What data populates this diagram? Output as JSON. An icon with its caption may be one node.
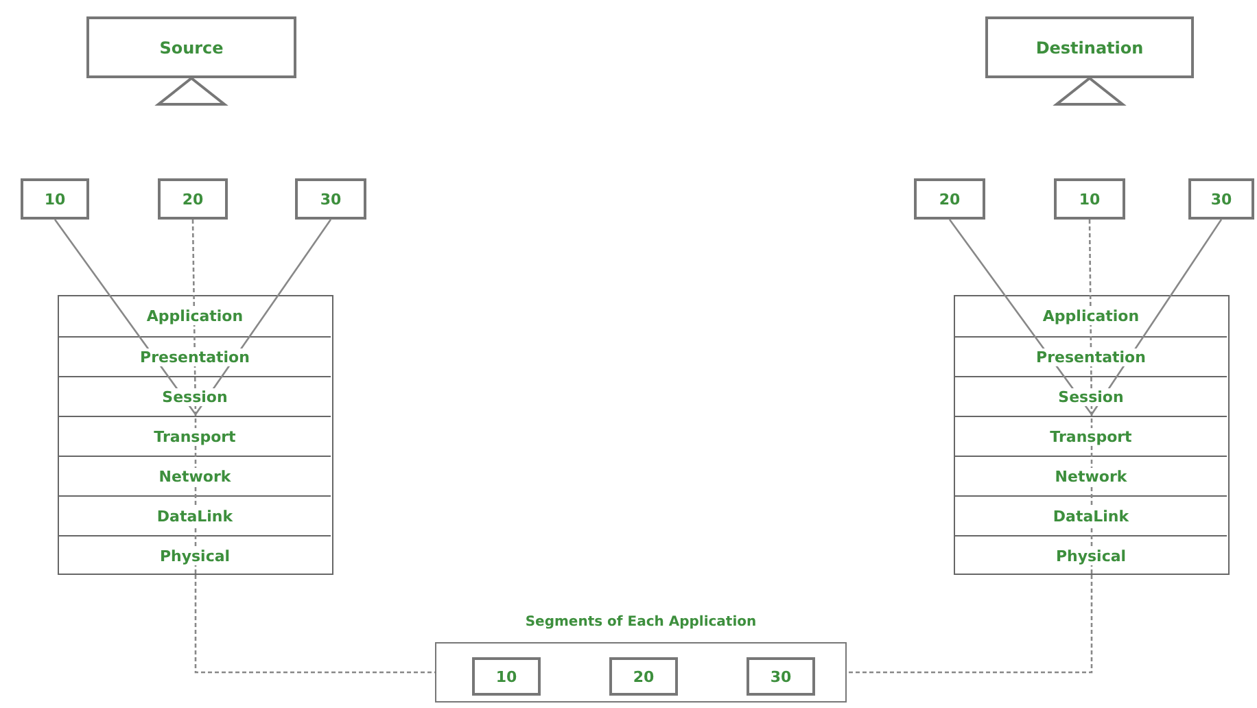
{
  "diagram": {
    "nodes": [
      {
        "text": [
          "Source"
        ]
      },
      {
        "text": [
          "Destination"
        ]
      },
      {
        "text": [
          "10"
        ]
      },
      {
        "text": [
          "20"
        ]
      },
      {
        "text": [
          "30"
        ]
      },
      {
        "text": [
          "20"
        ]
      },
      {
        "text": [
          "10"
        ]
      },
      {
        "text": [
          "30"
        ]
      },
      {
        "text": [],
        "shape": "box"
      },
      {
        "text": [
          "Application"
        ],
        "in": 8
      },
      {
        "text": [
          "Presentation"
        ],
        "in": 8
      },
      {
        "text": [
          "Session"
        ],
        "in": 8
      },
      {
        "text": [
          "Transport"
        ],
        "in": 8
      },
      {
        "text": [
          "Network"
        ],
        "in": 8
      },
      {
        "text": [
          "DataLink"
        ],
        "in": 8
      },
      {
        "text": [
          "Physical"
        ],
        "in": 8
      },
      {
        "text": [],
        "shape": "box"
      },
      {
        "text": [
          "Application"
        ],
        "in": 16
      },
      {
        "text": [
          "Presentation"
        ],
        "in": 16
      },
      {
        "text": [
          "Session"
        ],
        "in": 16
      },
      {
        "text": [
          "Transport"
        ],
        "in": 16
      },
      {
        "text": [
          "Network"
        ],
        "in": 16
      },
      {
        "text": [
          "DataLink"
        ],
        "in": 16
      },
      {
        "text": [
          "Physical"
        ],
        "in": 16
      },
      {
        "text": [
          "Segments of Each Application"
        ]
      },
      {
        "text": [
          "10"
        ],
        "in": 24
      },
      {
        "text": [
          "20"
        ],
        "in": 24
      },
      {
        "text": [
          "30"
        ],
        "in": 24
      }
    ],
    "edges": [
      {
        "from": 2,
        "to": 8,
        "arrow": "none"
      },
      {
        "from": 3,
        "to": 8,
        "arrow": "none",
        "style": "dashed"
      },
      {
        "from": 4,
        "to": 8,
        "arrow": "none"
      },
      {
        "from": 5,
        "to": 16,
        "arrow": "none"
      },
      {
        "from": 6,
        "to": 16,
        "arrow": "none",
        "style": "dashed"
      },
      {
        "from": 7,
        "to": 16,
        "arrow": "none"
      },
      {
        "from": 8,
        "to": 24,
        "arrow": "none",
        "style": "dashed"
      },
      {
        "from": 16,
        "to": 24,
        "arrow": "none",
        "style": "dashed"
      }
    ]
  }
}
